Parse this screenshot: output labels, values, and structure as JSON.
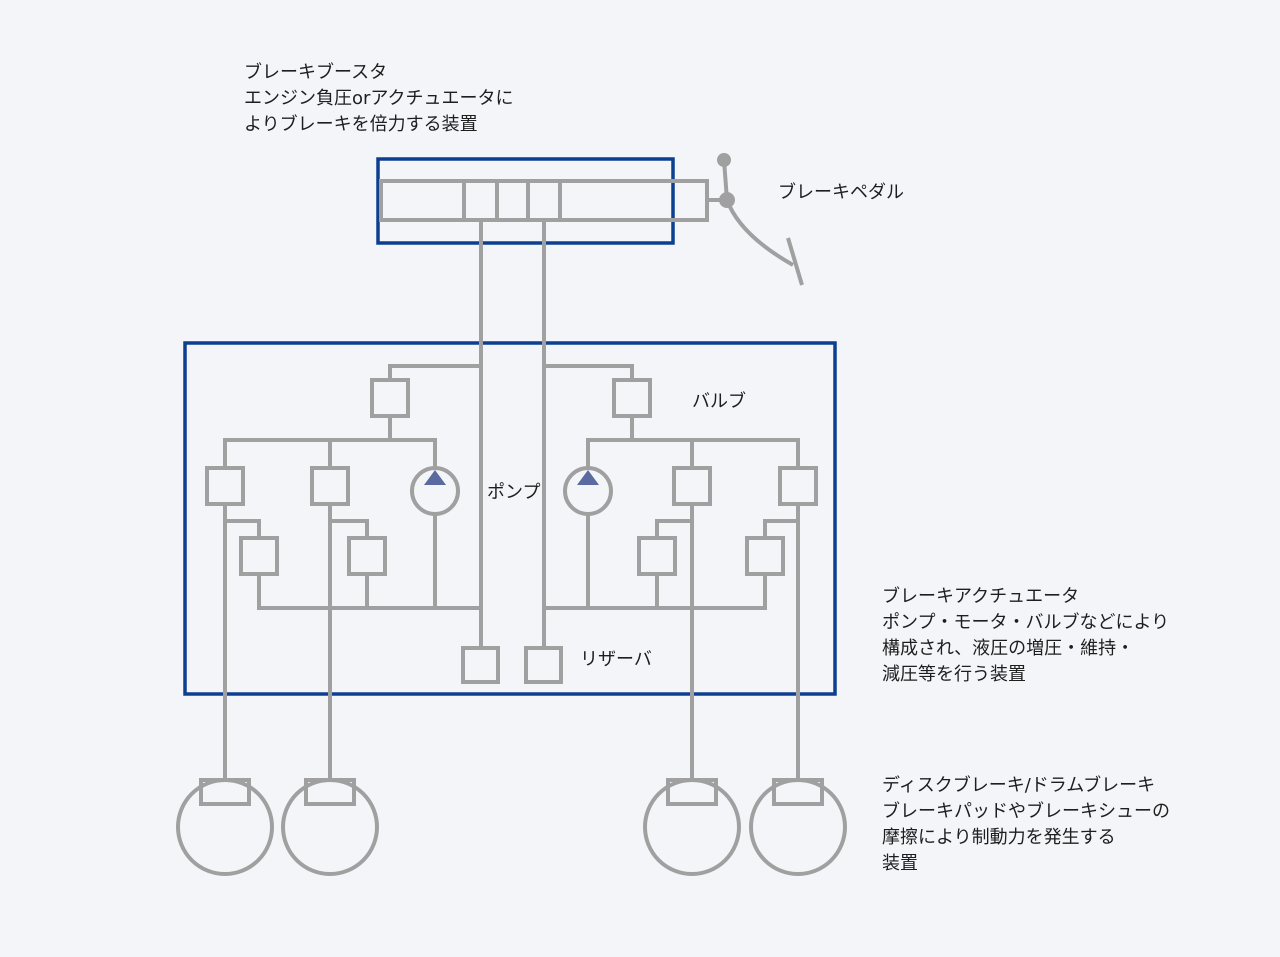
{
  "colors": {
    "background": "#f3f5f9",
    "pipe": "#a0a0a0",
    "frame": "#0c3f8f",
    "pump_arrow": "#5b6aa0"
  },
  "labels": {
    "booster": {
      "title": "ブレーキブースタ",
      "lines": [
        "エンジン負圧orアクチュエータに",
        "よりブレーキを倍力する装置"
      ]
    },
    "pedal": "ブレーキペダル",
    "valve": "バルブ",
    "pump": "ポンプ",
    "reservoir": "リザーバ",
    "actuator": {
      "title": "ブレーキアクチュエータ",
      "lines": [
        "ポンプ・モータ・バルブなどにより",
        "構成され、液圧の増圧・維持・",
        "減圧等を行う装置"
      ]
    },
    "brake": {
      "title": "ディスクブレーキ/ドラムブレーキ",
      "lines": [
        "ブレーキパッドやブレーキシューの",
        "摩擦により制動力を発生する",
        "装置"
      ]
    }
  }
}
